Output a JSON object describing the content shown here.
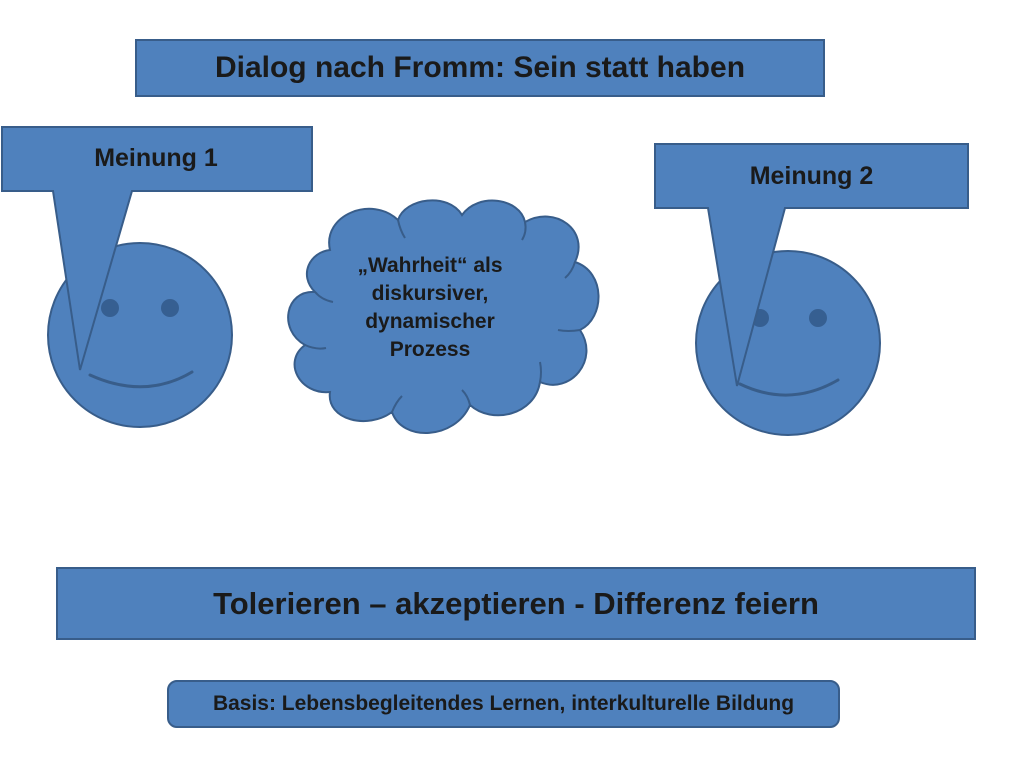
{
  "title": "Dialog nach Fromm: Sein statt haben",
  "opinion_1": {
    "label": "Meinung 1"
  },
  "opinion_2": {
    "label": "Meinung 2"
  },
  "cloud": {
    "lines": [
      "„Wahrheit“ als",
      "diskursiver,",
      "dynamischer",
      "Prozess"
    ]
  },
  "statement": "Tolerieren – akzeptieren - Differenz feiern",
  "basis": "Basis: Lebensbegleitendes Lernen, interkulturelle Bildung",
  "colors": {
    "fill": "#4f81bd",
    "stroke": "#385d8a",
    "eye": "#365f91",
    "text": "#1a1a1a"
  }
}
